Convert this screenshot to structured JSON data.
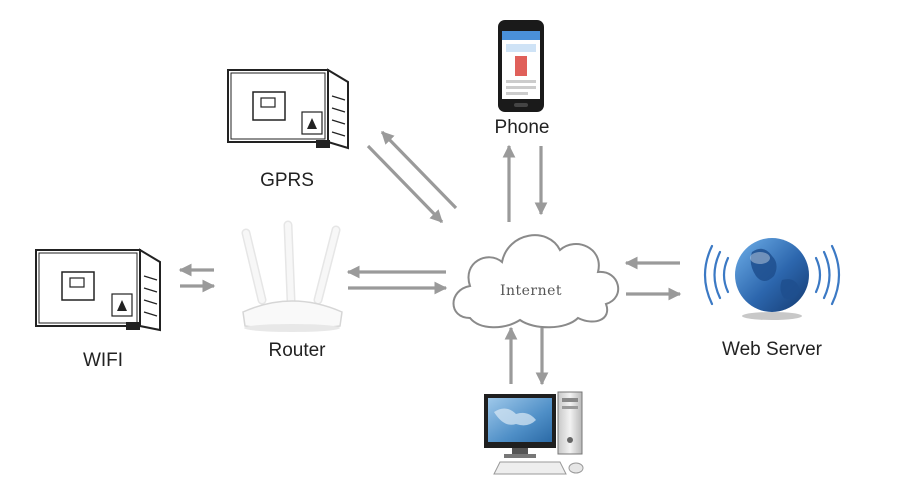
{
  "nodes": {
    "gprs": "GPRS",
    "phone": "Phone",
    "wifi": "WIFI",
    "router": "Router",
    "internet": "Internet",
    "web_server": "Web Server"
  },
  "colors": {
    "arrow": "#9a9a9a",
    "inverter_outline": "#222222",
    "globe": "#2f6fb5",
    "signal_waves": "#3b79c4"
  }
}
